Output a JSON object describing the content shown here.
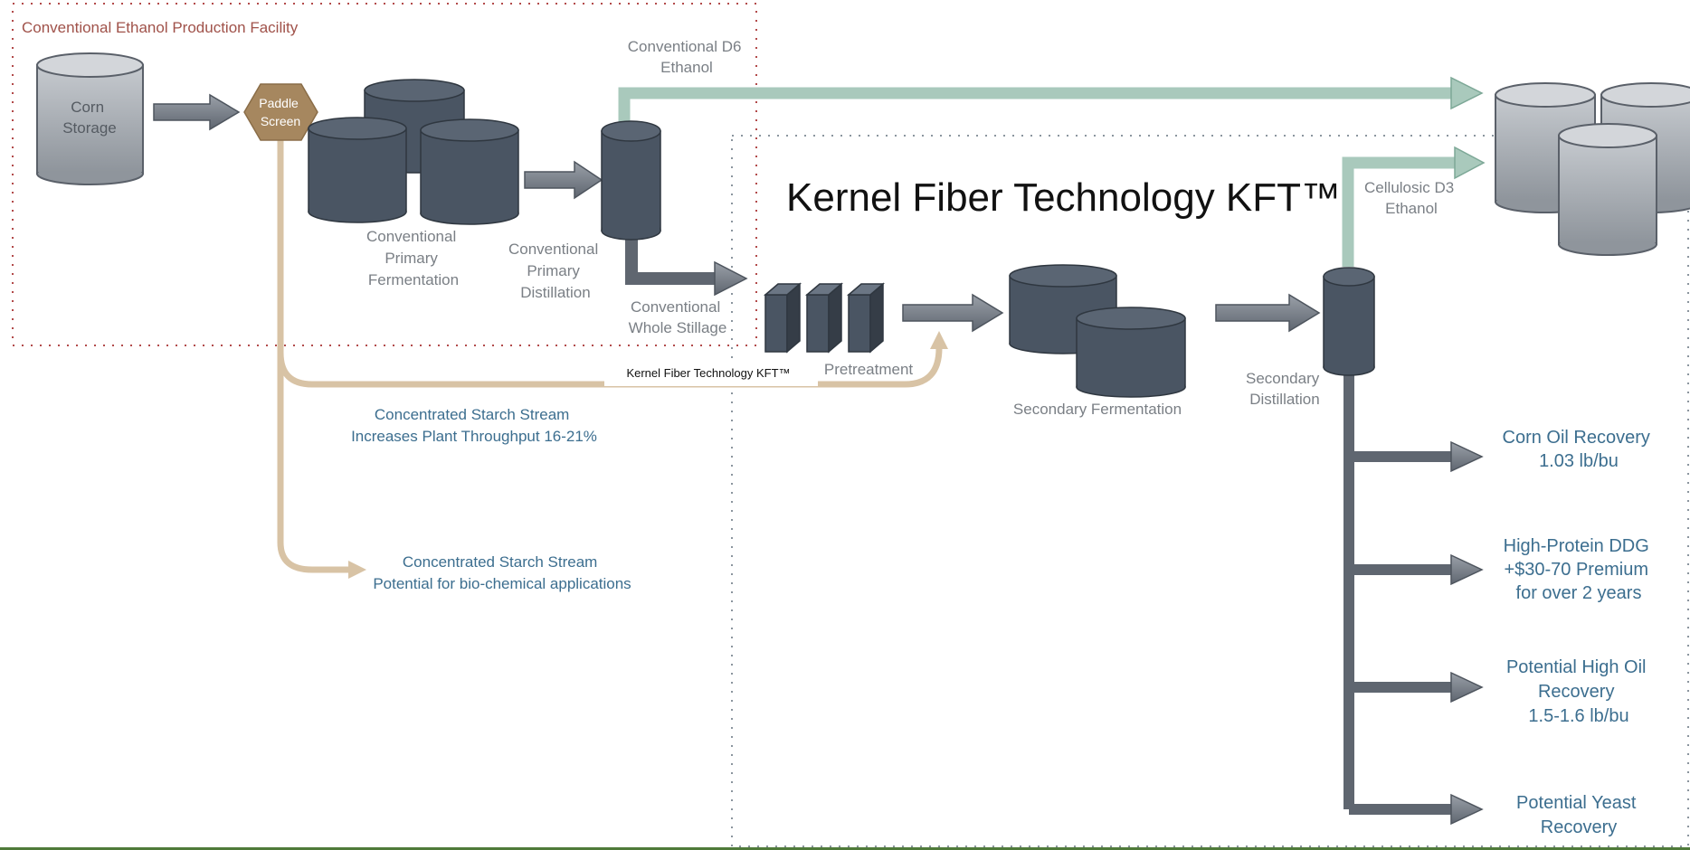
{
  "regions": {
    "conventional": "Conventional Ethanol Production Facility",
    "kft_title": "Kernel Fiber Technology KFT™",
    "kft_small": "Kernel Fiber Technology KFT™"
  },
  "nodes": {
    "corn_storage": [
      "Corn",
      "Storage"
    ],
    "paddle_screen": [
      "Paddle",
      "Screen"
    ],
    "primary_fermentation": [
      "Conventional",
      "Primary",
      "Fermentation"
    ],
    "primary_distillation": [
      "Conventional",
      "Primary",
      "Distillation"
    ],
    "whole_stillage": [
      "Conventional",
      "Whole Stillage"
    ],
    "d6_ethanol": [
      "Conventional D6",
      "Ethanol"
    ],
    "d3_ethanol": [
      "Cellulosic D3",
      "Ethanol"
    ],
    "pretreatment": "Pretreatment",
    "secondary_fermentation": "Secondary Fermentation",
    "secondary_distillation": [
      "Secondary",
      "Distillation"
    ]
  },
  "streams": {
    "starch_1": [
      "Concentrated Starch Stream",
      "Increases Plant Throughput 16-21%"
    ],
    "starch_2": [
      "Concentrated Starch Stream",
      "Potential for bio-chemical applications"
    ]
  },
  "outputs": {
    "corn_oil": [
      "Corn Oil Recovery",
      "1.03 lb/bu"
    ],
    "ddg": [
      "High-Protein DDG",
      "+$30-70 Premium",
      "for over 2 years"
    ],
    "high_oil": [
      "Potential High Oil",
      "Recovery",
      "1.5-1.6 lb/bu"
    ],
    "yeast": [
      "Potential Yeast",
      "Recovery"
    ]
  },
  "colors": {
    "tank_dark": "#4a5563",
    "tank_light": "#a3a9b0",
    "green_flow": "#a9c9bc",
    "tan_flow": "#d8c3a5",
    "paddle": "#a6875f",
    "region_conventional": "#b24a4a",
    "region_kft": "#8b959e"
  }
}
